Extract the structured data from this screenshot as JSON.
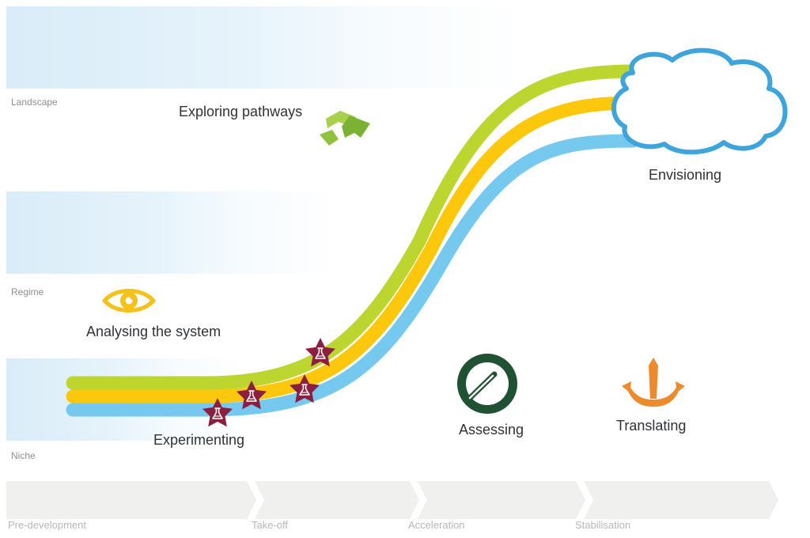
{
  "levels": [
    "Landscape",
    "Regime",
    "Niche"
  ],
  "steps": {
    "exploring": "Exploring pathways",
    "analysing": "Analysing the system",
    "experimenting": "Experimenting",
    "assessing": "Assessing",
    "translating": "Translating",
    "envisioning": "Envisioning"
  },
  "phases": [
    "Pre-development",
    "Take-off",
    "Acceleration",
    "Stabilisation"
  ],
  "icons": {
    "exploring": "recycle-arrows-icon",
    "analysing": "eye-icon",
    "experimenting": "flask-star-icon",
    "assessing": "gauge-icon",
    "translating": "anchor-icon",
    "envisioning": "cloud-icon"
  },
  "colors": {
    "curve_green": "#bcd52f",
    "curve_yellow": "#fdc70b",
    "curve_blue": "#75c9ef",
    "cloud_outline": "#3ea4dc",
    "star": "#8c1f3f",
    "assessing": "#1e5232",
    "translating": "#ed8a2c",
    "eye": "#f4c21a",
    "arrows": "#8fc23d"
  }
}
